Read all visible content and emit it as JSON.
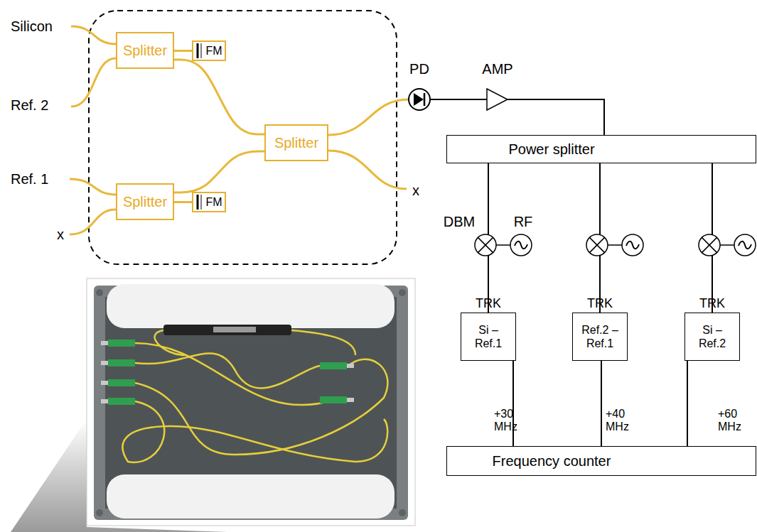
{
  "diagram": {
    "nodes": [
      {
        "text": [
          "Splitter"
        ]
      },
      {
        "text": [
          "FM"
        ]
      },
      {
        "text": [
          "Splitter"
        ]
      },
      {
        "text": [
          "Splitter"
        ]
      },
      {
        "text": [
          "FM"
        ]
      },
      {
        "text": [
          "Power splitter"
        ]
      },
      {
        "text": [
          "TRK",
          "Si – Ref.1"
        ]
      },
      {
        "text": [
          "TRK",
          "Ref.2 – Ref.1"
        ]
      },
      {
        "text": [
          "TRK",
          "Si – Ref.2"
        ]
      },
      {
        "text": [
          "Frequency counter"
        ]
      }
    ],
    "edges": [
      {
        "from": 0,
        "to": 1,
        "arrow": "none"
      },
      {
        "from": 0,
        "to": 2,
        "arrow": "none"
      },
      {
        "from": 3,
        "to": 4,
        "arrow": "none"
      },
      {
        "from": 3,
        "to": 2,
        "arrow": "none"
      },
      {
        "from": 5,
        "to": 6,
        "arrow": "none"
      },
      {
        "from": 5,
        "to": 7,
        "arrow": "none"
      },
      {
        "from": 5,
        "to": 8,
        "arrow": "none"
      },
      {
        "from": 6,
        "to": 9,
        "arrow": "none"
      },
      {
        "from": 7,
        "to": 9,
        "arrow": "none"
      },
      {
        "from": 8,
        "to": 9,
        "arrow": "none"
      }
    ],
    "labels": [
      "Silicon",
      "Ref. 2",
      "Ref. 1",
      "x",
      "x",
      "PD",
      "AMP",
      "DBM",
      "RF",
      "+30 MHz",
      "+40 MHz",
      "+60 MHz"
    ]
  }
}
